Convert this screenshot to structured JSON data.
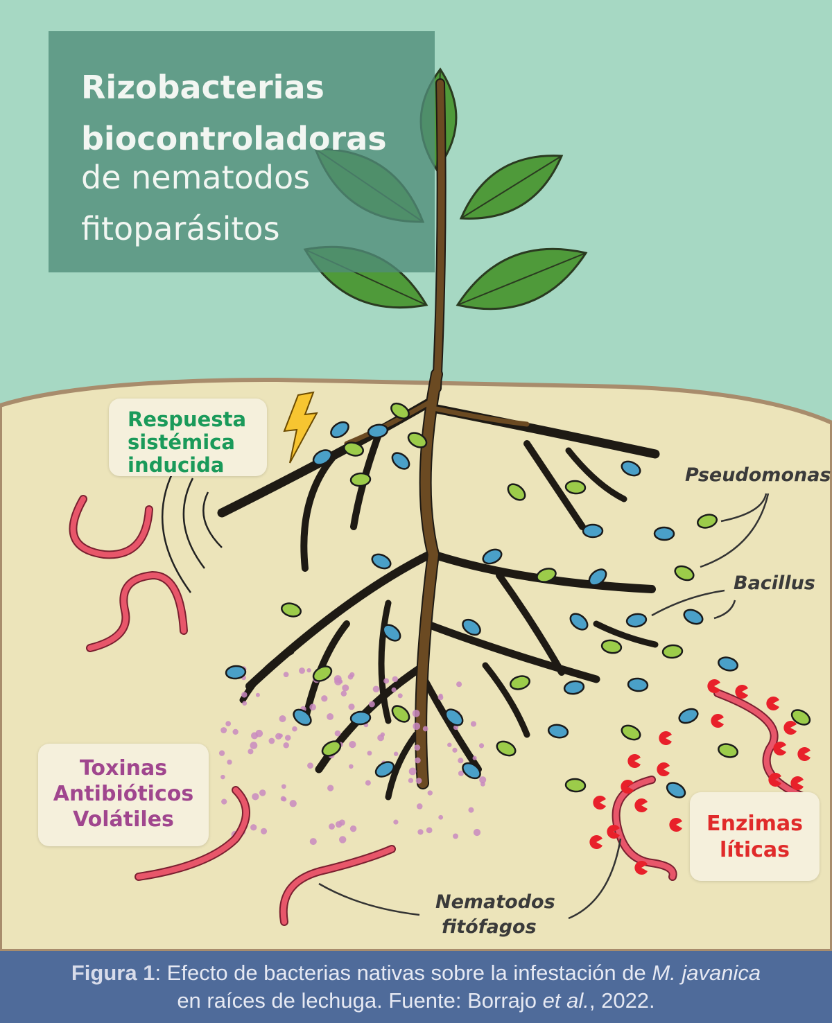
{
  "title": {
    "line1": "Rizobacterias",
    "line2": "biocontroladoras",
    "line3": "de nematodos",
    "line4": "fitoparásitos"
  },
  "labels": {
    "isr": [
      "Respuesta",
      "sistémica",
      "inducida"
    ],
    "toxins": [
      "Toxinas",
      "Antibióticos",
      "Volátiles"
    ],
    "enzymes": [
      "Enzimas",
      "líticas"
    ],
    "pseudomonas": "Pseudomonas",
    "bacillus": "Bacillus",
    "nematodes": [
      "Nematodos",
      "fitófagos"
    ]
  },
  "caption": {
    "figure": "Figura 1",
    "text1": ": Efecto de bacterias nativas sobre la infestación de ",
    "species": "M. javanica",
    "text2": "en raíces de lechuga. Fuente: Borrajo ",
    "etal": "et al.",
    "text3": ", 2022."
  },
  "colors": {
    "sky": "#a6d8c3",
    "soil": "#ece4ba",
    "soil_edge": "#a88c6c",
    "title_bg": "#5d9c88",
    "leaf": "#4f9a3a",
    "root": "#6b4a22",
    "bacillus": "#4aa0c8",
    "pseudomonas": "#9ccc4a",
    "nematode": "#e8566a",
    "toxin_dot": "#c98ac0",
    "isr_text": "#1a9a5a",
    "toxin_text": "#a0468e",
    "enzyme_text": "#e02a2a",
    "caption_bg": "#4f6b9a"
  }
}
